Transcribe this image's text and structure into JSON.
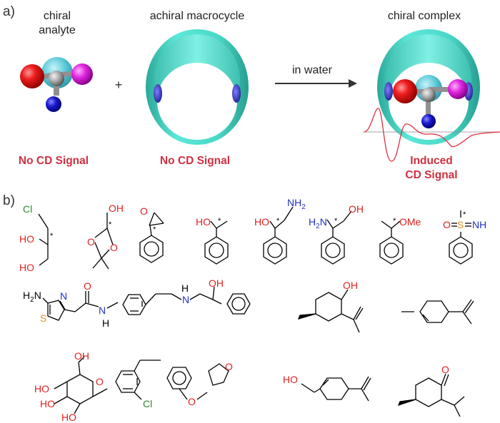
{
  "panel_a": {
    "panel_label": "a)",
    "analyte_title_line1": "chiral",
    "analyte_title_line2": "analyte",
    "plus_sign": "+",
    "macrocycle_title": "achiral macrocycle",
    "arrow_label": "in water",
    "complex_title": "chiral complex",
    "analyte_status": "No CD Signal",
    "macrocycle_status": "No CD Signal",
    "complex_status_line1": "Induced",
    "complex_status_line2": "CD Signal",
    "colors": {
      "status_red": "#d03040",
      "ring": "#4fd8c8",
      "atom_red": "#e01010",
      "atom_magenta": "#e020e0",
      "atom_blue": "#1818c8",
      "atom_cyan": "#50c8d8",
      "atom_gray": "#a0a0a0",
      "cd_curve": "#e03040"
    }
  },
  "panel_b": {
    "panel_label": "b)",
    "atoms": {
      "Cl": "Cl",
      "HO": "HO",
      "OH": "OH",
      "O": "O",
      "N": "N",
      "NH2": "NH",
      "NH2_sub": "2",
      "H2N": "H",
      "H2N_sub": "2",
      "H2N_N": "N",
      "OMe": "OMe",
      "S": "S",
      "NH": "NH",
      "H": "H",
      "star": "*"
    },
    "colors": {
      "O": "#e02020",
      "N": "#2030c8",
      "Cl": "#2a8a2a",
      "S": "#e09020",
      "bond": "#000000"
    }
  }
}
